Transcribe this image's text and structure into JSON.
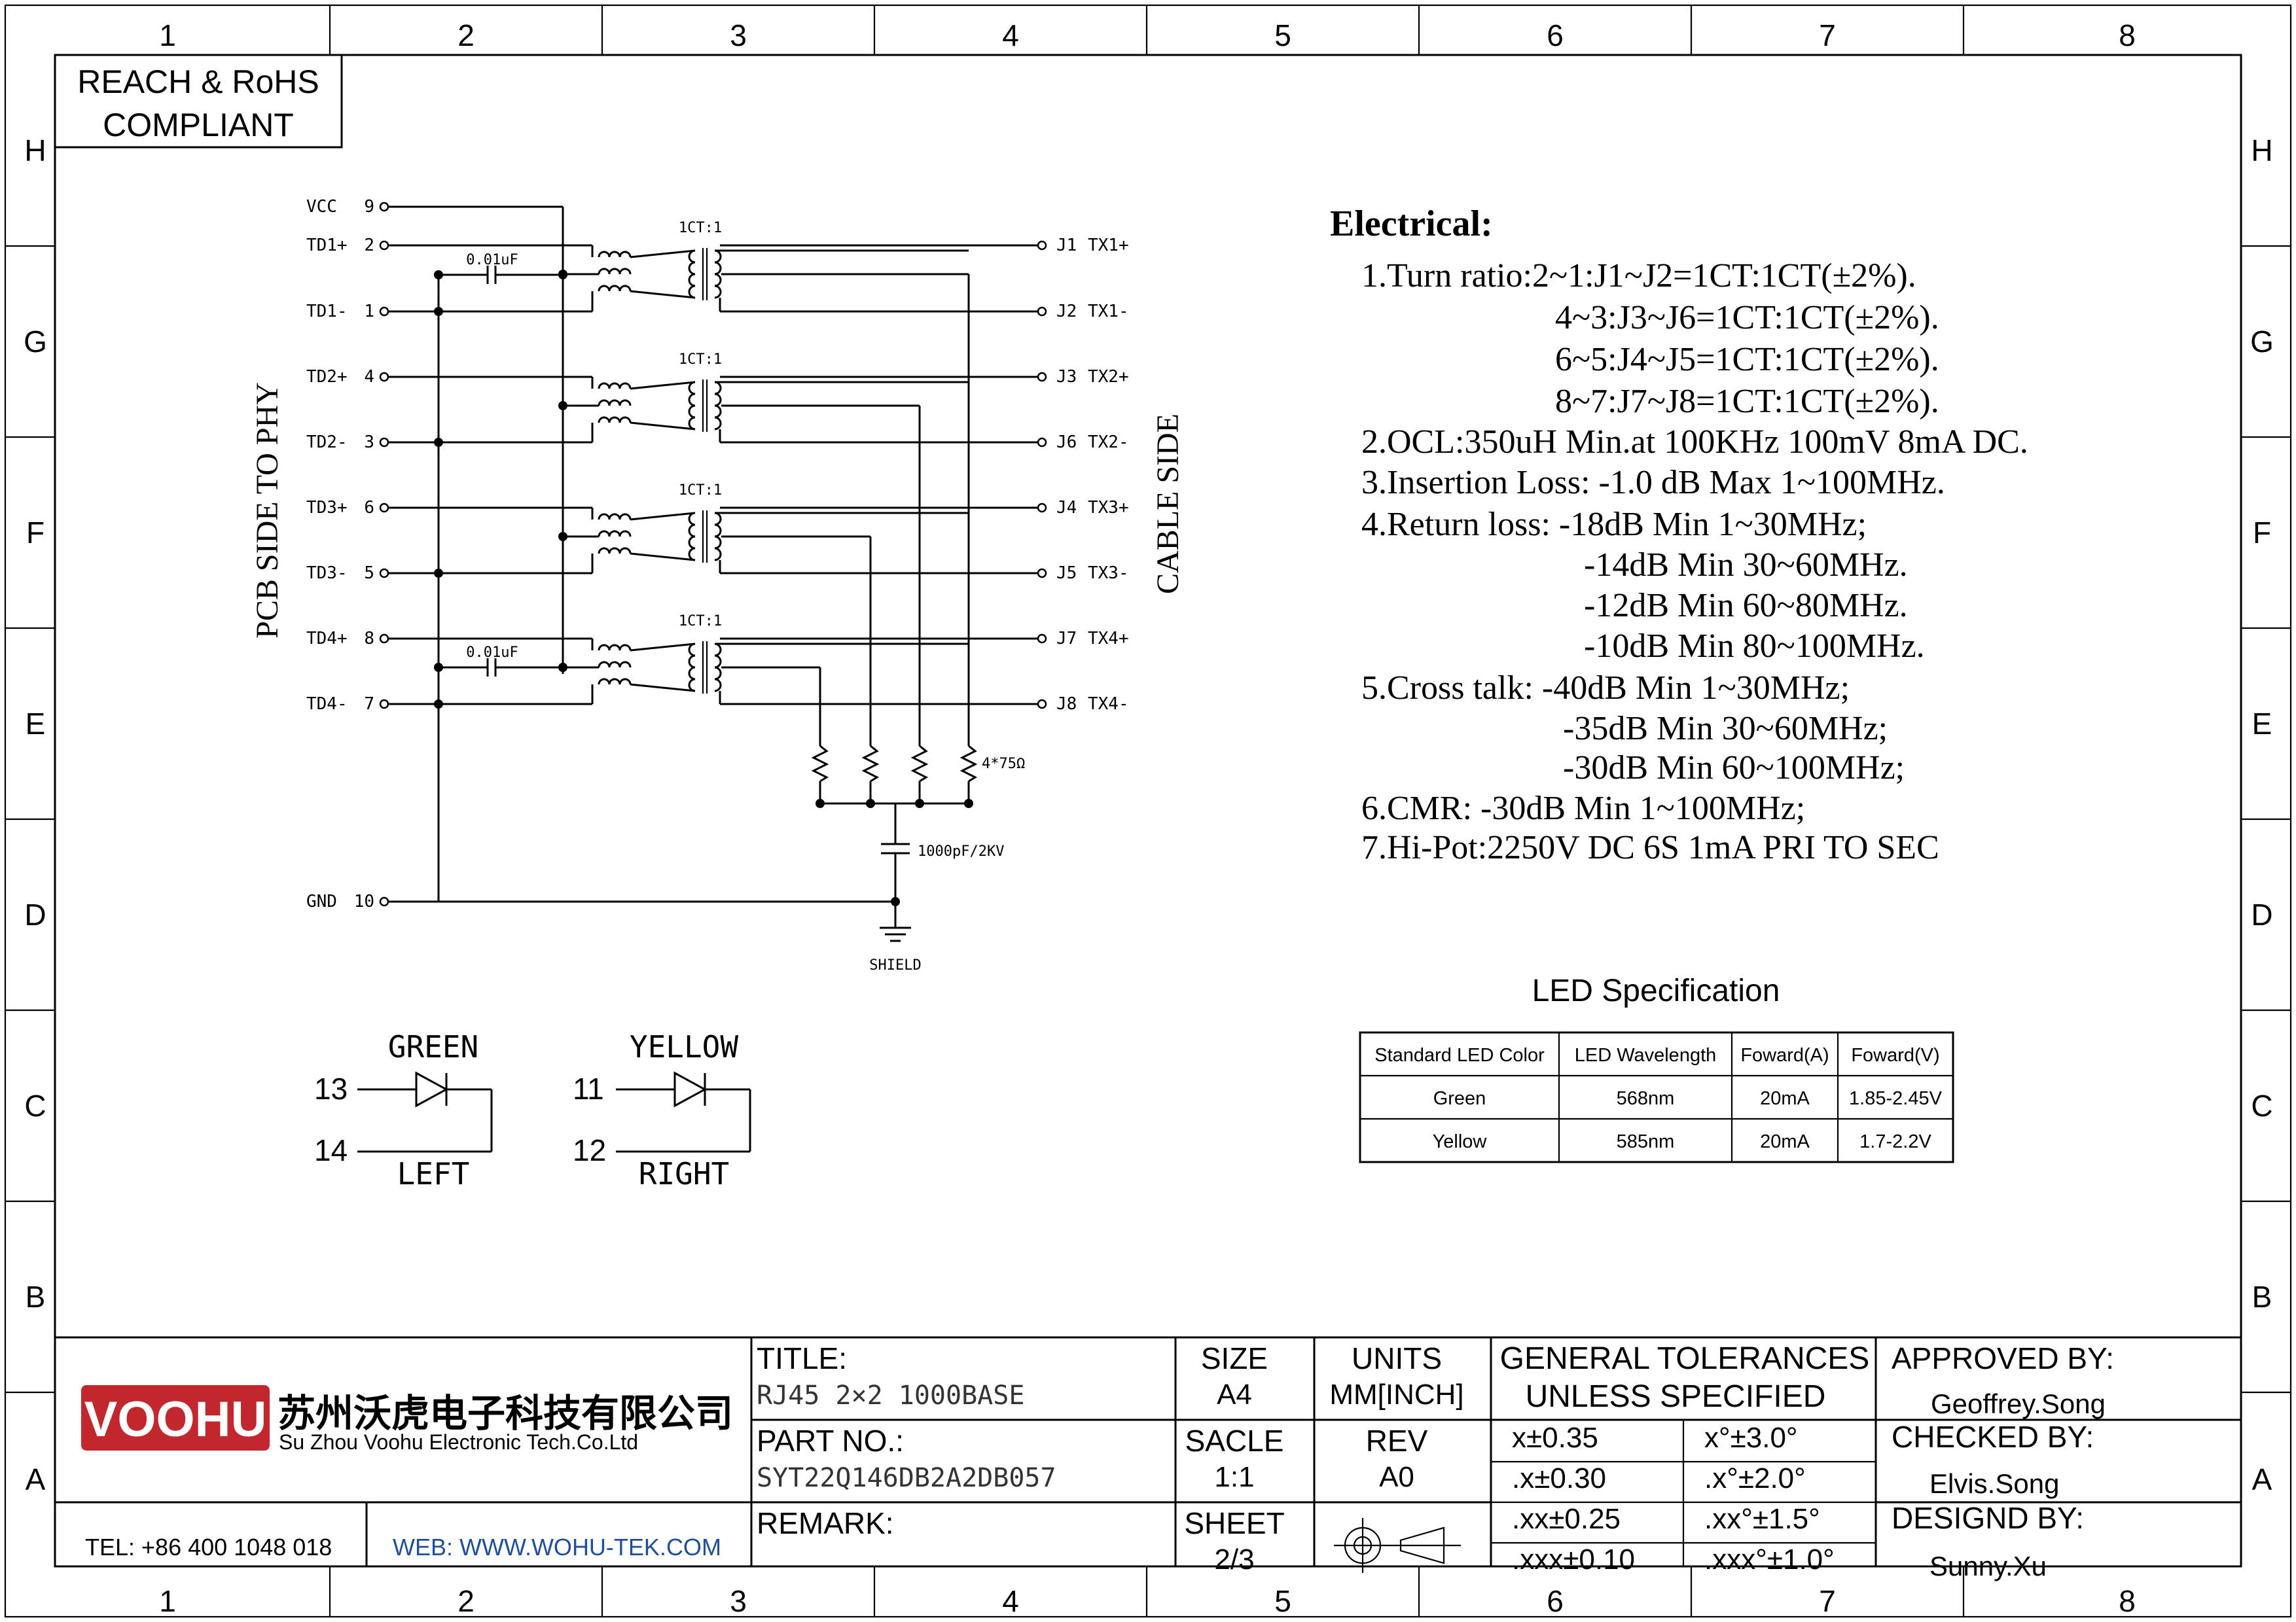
{
  "grid": {
    "columns": [
      "1",
      "2",
      "3",
      "4",
      "5",
      "6",
      "7",
      "8"
    ],
    "rows": [
      "H",
      "G",
      "F",
      "E",
      "D",
      "C",
      "B",
      "A"
    ]
  },
  "compliance": {
    "line1": "REACH & RoHS",
    "line2": "COMPLIANT"
  },
  "schematic": {
    "side_left": "PCB SIDE TO PHY",
    "side_right": "CABLE SIDE",
    "pins_left": [
      {
        "name": "VCC",
        "num": "9"
      },
      {
        "name": "TD1+",
        "num": "2"
      },
      {
        "name": "TD1-",
        "num": "1"
      },
      {
        "name": "TD2+",
        "num": "4"
      },
      {
        "name": "TD2-",
        "num": "3"
      },
      {
        "name": "TD3+",
        "num": "6"
      },
      {
        "name": "TD3-",
        "num": "5"
      },
      {
        "name": "TD4+",
        "num": "8"
      },
      {
        "name": "TD4-",
        "num": "7"
      },
      {
        "name": "GND",
        "num": "10"
      }
    ],
    "pins_right": [
      {
        "num": "J1",
        "name": "TX1+"
      },
      {
        "num": "J2",
        "name": "TX1-"
      },
      {
        "num": "J3",
        "name": "TX2+"
      },
      {
        "num": "J6",
        "name": "TX2-"
      },
      {
        "num": "J4",
        "name": "TX3+"
      },
      {
        "num": "J5",
        "name": "TX3-"
      },
      {
        "num": "J7",
        "name": "TX4+"
      },
      {
        "num": "J8",
        "name": "TX4-"
      }
    ],
    "transformer_ratio": "1CT:1",
    "cap_small": "0.01uF",
    "resistor_label": "4*75Ω",
    "cap_large": "1000pF/2KV",
    "shield_label": "SHIELD"
  },
  "leds": [
    {
      "color": "GREEN",
      "side": "LEFT",
      "pin_top": "13",
      "pin_bottom": "14"
    },
    {
      "color": "YELLOW",
      "side": "RIGHT",
      "pin_top": "11",
      "pin_bottom": "12"
    }
  ],
  "electrical": {
    "title": "Electrical:",
    "lines": [
      "1.Turn ratio:2~1:J1~J2=1CT:1CT(±2%).",
      "4~3:J3~J6=1CT:1CT(±2%).",
      "6~5:J4~J5=1CT:1CT(±2%).",
      "8~7:J7~J8=1CT:1CT(±2%).",
      "2.OCL:350uH Min.at 100KHz 100mV 8mA DC.",
      "3.Insertion Loss: -1.0 dB Max 1~100MHz.",
      "4.Return loss: -18dB Min 1~30MHz;",
      "-14dB Min 30~60MHz.",
      "-12dB Min 60~80MHz.",
      "-10dB Min 80~100MHz.",
      "5.Cross talk: -40dB Min 1~30MHz;",
      "-35dB Min 30~60MHz;",
      "-30dB Min 60~100MHz;",
      "6.CMR: -30dB Min 1~100MHz;",
      "7.Hi-Pot:2250V DC 6S 1mA PRI TO SEC"
    ]
  },
  "led_spec": {
    "title": "LED Specification",
    "headers": [
      "Standard LED Color",
      "LED Wavelength",
      "Foward(A)",
      "Foward(V)"
    ],
    "rows": [
      [
        "Green",
        "568nm",
        "20mA",
        "1.85-2.45V"
      ],
      [
        "Yellow",
        "585nm",
        "20mA",
        "1.7-2.2V"
      ]
    ]
  },
  "title_block": {
    "logo": "VOOHU",
    "company_cn": "苏州沃虎电子科技有限公司",
    "company_en": "Su Zhou Voohu Electronic Tech.Co.Ltd",
    "tel": "TEL: +86 400 1048 018",
    "web": "WEB: WWW.WOHU-TEK.COM",
    "title_label": "TITLE:",
    "title_value": "RJ45 2×2 1000BASE",
    "part_label": "PART NO.:",
    "part_value": "SYT22Q146DB2A2DB057",
    "remark_label": "REMARK:",
    "size_label": "SIZE",
    "size_value": "A4",
    "units_label": "UNITS",
    "units_value": "MM[INCH]",
    "scale_label": "SACLE",
    "scale_value": "1:1",
    "rev_label": "REV",
    "rev_value": "A0",
    "sheet_label": "SHEET",
    "sheet_value": "2/3",
    "tol_title1": "GENERAL TOLERANCES",
    "tol_title2": "UNLESS SPECIFIED",
    "tolerances": [
      [
        "x±0.35",
        "x°±3.0°"
      ],
      [
        ".x±0.30",
        ".x°±2.0°"
      ],
      [
        ".xx±0.25",
        ".xx°±1.5°"
      ],
      [
        ".xxx±0.10",
        ".xxx°±1.0°"
      ]
    ],
    "approved_label": "APPROVED BY:",
    "approved_value": "Geoffrey.Song",
    "checked_label": "CHECKED BY:",
    "checked_value": "Elvis.Song",
    "design_label": "DESIGND BY:",
    "design_value": "Sunny.Xu"
  },
  "colors": {
    "logo_red": "#c1272d",
    "web_blue": "#1f4e9c",
    "line": "#000000"
  }
}
